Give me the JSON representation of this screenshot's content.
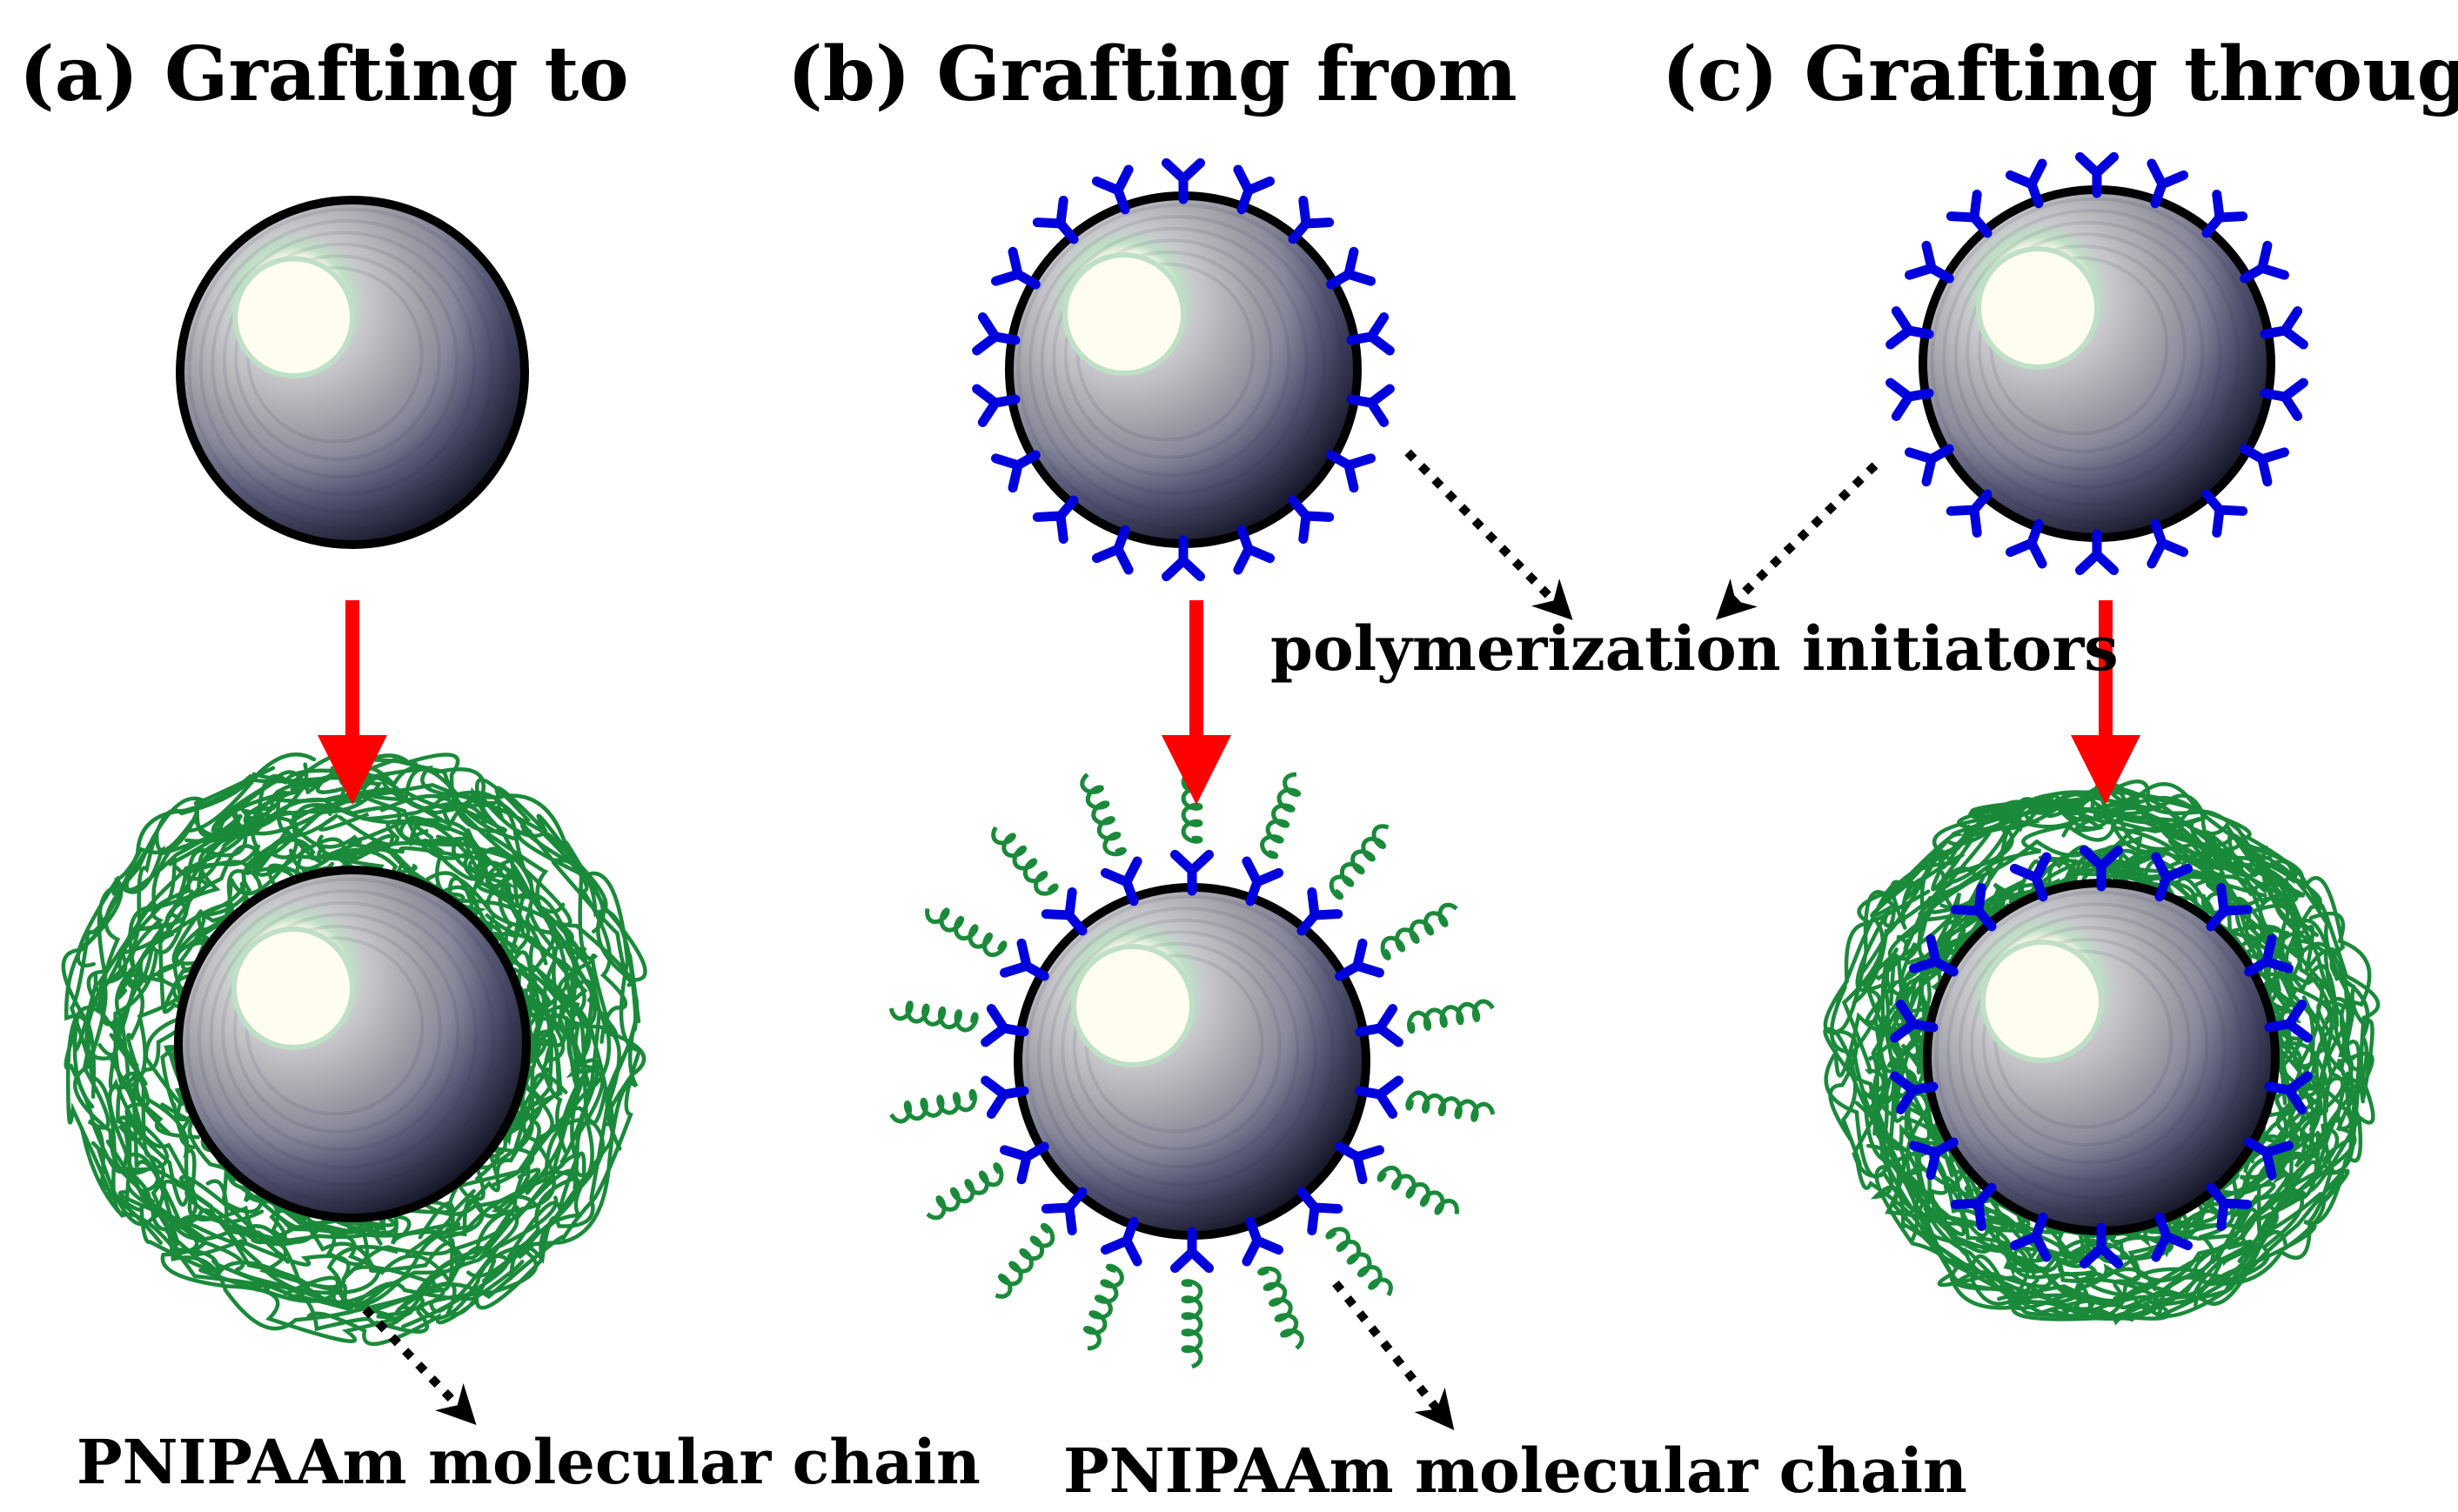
{
  "panels": [
    {
      "title": "(a) Grafting to"
    },
    {
      "title": "(b) Grafting from"
    },
    {
      "title": "(c) Grafting through"
    }
  ],
  "labels": {
    "initiators": "polymerization initiators",
    "chain_a": "PNIPAAm molecular chain",
    "chain_b": "PNIPAAm molecular chain"
  },
  "colors": {
    "background": "#ffffff",
    "process_arrow": "#ff0000",
    "initiator": "#0000dd",
    "polymer_chain": "#1a8a3a",
    "sphere_outline": "#000000",
    "sphere_highlight": "#fffdf0",
    "sphere_mid": "#9a9aa0",
    "sphere_dark": "#2a2a40",
    "pointer_arrow": "#000000"
  },
  "icons": {
    "particle": "sphere-icon",
    "initiator": "y-shape-icon",
    "chain": "coil-icon"
  }
}
